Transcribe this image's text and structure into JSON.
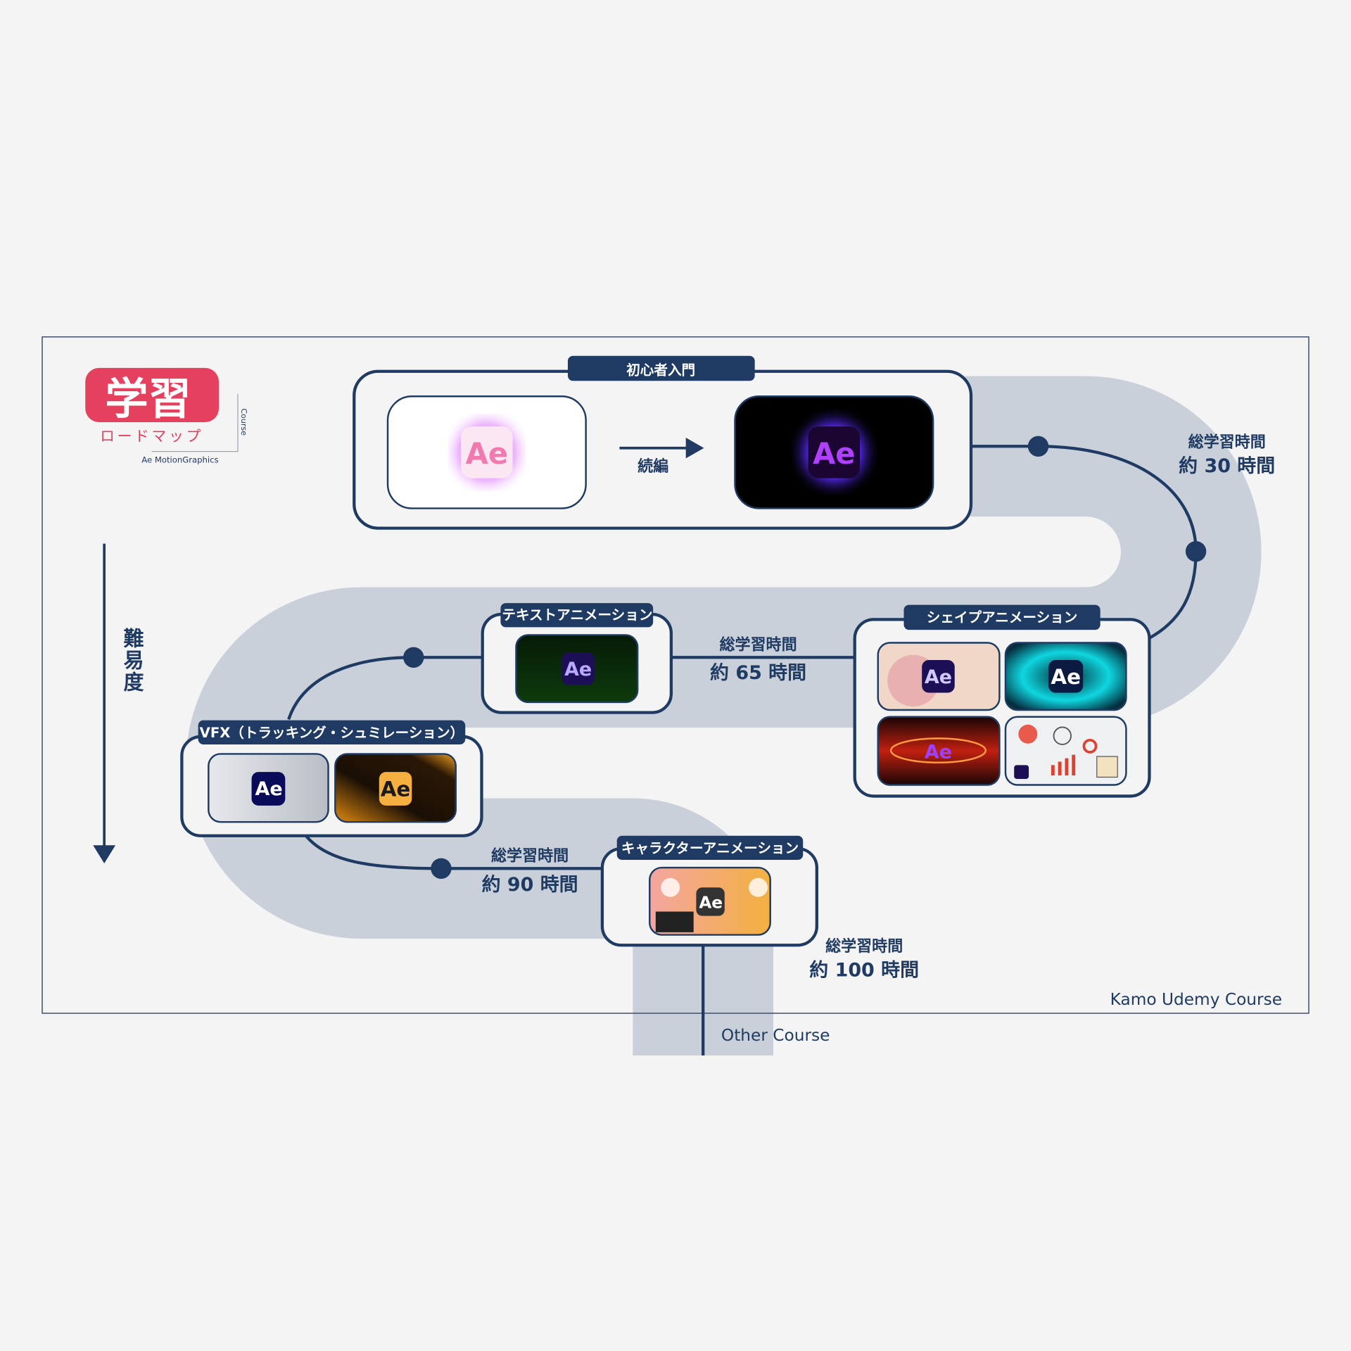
{
  "logo": {
    "main": "学習",
    "sub": "ロードマップ",
    "side": "Course",
    "caption": "Ae MotionGraphics"
  },
  "difficulty_label": "難易度",
  "icon_text": "Ae",
  "sections": {
    "beginner": {
      "title": "初心者入門",
      "arrow_label": "続編"
    },
    "text_anim": {
      "title": "テキストアニメーション"
    },
    "shape_anim": {
      "title": "シェイプアニメーション"
    },
    "vfx": {
      "title": "VFX（トラッキング・シュミレーション）"
    },
    "character": {
      "title": "キャラクターアニメーション"
    }
  },
  "times": [
    {
      "label": "総学習時間",
      "value": "約 30 時間"
    },
    {
      "label": "総学習時間",
      "value": "約 65 時間"
    },
    {
      "label": "総学習時間",
      "value": "約 90 時間"
    },
    {
      "label": "総学習時間",
      "value": "約 100 時間"
    }
  ],
  "footer": {
    "credit": "Kamo Udemy Course",
    "other": "Other Course"
  },
  "colors": {
    "navy": "#1f3b63",
    "band": "#c9d0d9",
    "logo_red": "#e5405e",
    "background": "#f4f4f4"
  }
}
